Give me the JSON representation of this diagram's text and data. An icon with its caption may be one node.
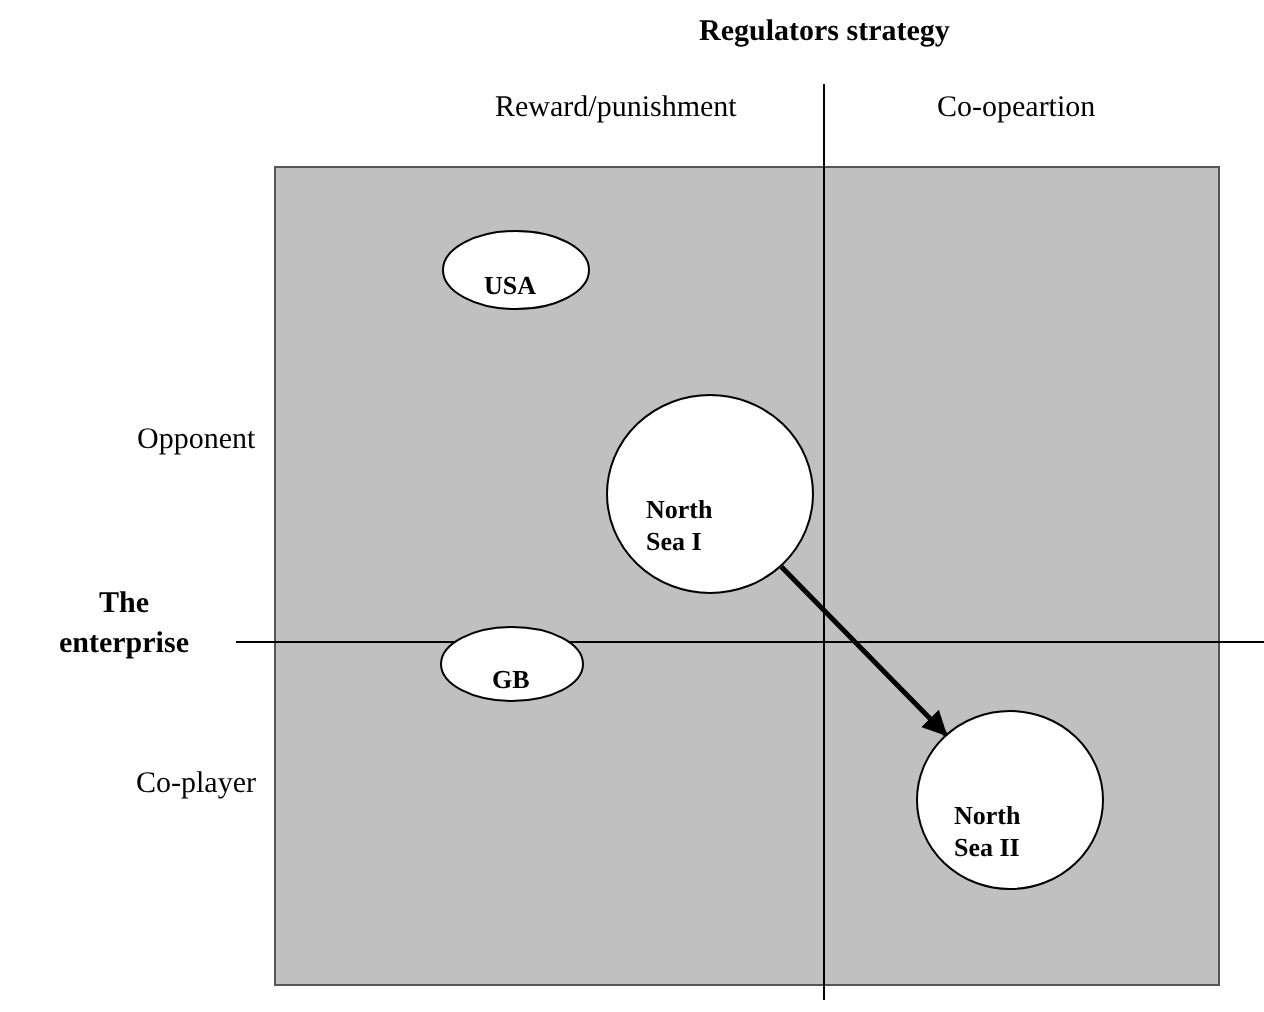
{
  "diagram": {
    "nodes": [
      {
        "text": [
          "USA"
        ]
      },
      {
        "text": [
          "North Sea I"
        ]
      },
      {
        "text": [
          "GB"
        ]
      },
      {
        "text": [
          "North Sea II"
        ]
      }
    ],
    "edges": [
      {
        "from": 1,
        "to": 3,
        "arrow": "to"
      }
    ],
    "labels": [
      "Regulators strategy",
      "Reward/punishment",
      "Co-opeartion",
      "Opponent",
      "The enterprise",
      "Co-player"
    ]
  }
}
